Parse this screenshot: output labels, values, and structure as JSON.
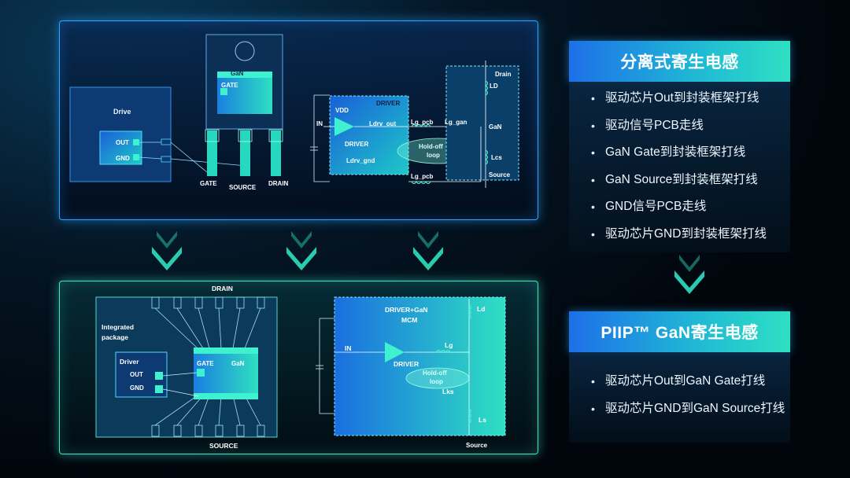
{
  "top_diagram": {
    "drive_label": "Drive",
    "out_label": "OUT",
    "gnd_label": "GND",
    "gan_label": "GaN",
    "gate_chip_label": "GATE",
    "pin_gate": "GATE",
    "pin_source": "SOURCE",
    "pin_drain": "DRAIN",
    "vdd": "VDD",
    "driver_title": "DRIVER",
    "in_label": "IN",
    "driver_label": "DRIVER",
    "ldrv_out": "Ldrv_out",
    "ldrv_gnd": "Ldrv_gnd",
    "lg_pcb_top": "Lg_pcb",
    "lg_gan": "Lg_gan",
    "lg_pcb_bottom": "Lg_pcb",
    "drain": "Drain",
    "ld": "LD",
    "gan_switch": "GaN",
    "lcs": "Lcs",
    "source": "Source",
    "hold_off_1": "Hold-off",
    "hold_off_2": "loop"
  },
  "bottom_diagram": {
    "drain": "DRAIN",
    "integrated_1": "Integrated",
    "integrated_2": "package",
    "driver": "Driver",
    "out": "OUT",
    "gnd": "GND",
    "gate": "GATE",
    "gan": "GaN",
    "source": "SOURCE",
    "mcm_1": "DRIVER+GaN",
    "mcm_2": "MCM",
    "in_label": "IN",
    "driver_label": "DRIVER",
    "lg": "Lg",
    "ld": "Ld",
    "lks": "Lks",
    "ls": "Ls",
    "source_right": "Source",
    "hold_off_1": "Hold-off",
    "hold_off_2": "loop"
  },
  "discrete": {
    "title": "分离式寄生电感",
    "items": [
      "驱动芯片Out到封装框架打线",
      "驱动信号PCB走线",
      "GaN Gate到封装框架打线",
      "GaN Source到封装框架打线",
      "GND信号PCB走线",
      "驱动芯片GND到封装框架打线"
    ]
  },
  "piip": {
    "title": "PIIP™ GaN寄生电感",
    "items": [
      "驱动芯片Out到GaN Gate打线",
      "驱动芯片GND到GaN Source打线"
    ]
  },
  "colors": {
    "accent_blue": "#2aa8ff",
    "accent_teal": "#3ee6c8",
    "header_gradient_start": "#1e6fe8",
    "header_gradient_end": "#2ee0c2"
  }
}
